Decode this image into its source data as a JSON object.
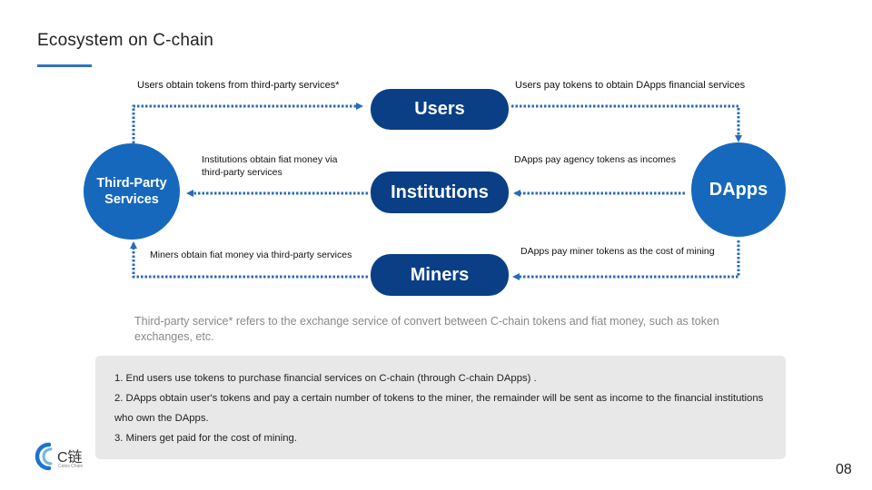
{
  "slide": {
    "title": "Ecosystem on C-chain",
    "page_number": "08"
  },
  "nodes": {
    "users": "Users",
    "institutions": "Institutions",
    "miners": "Miners",
    "third_party": "Third-Party Services",
    "dapps": "DApps"
  },
  "edges": {
    "tp_to_users": "Users obtain tokens from third-party services*",
    "users_to_dapps": "Users pay tokens to obtain DApps financial services",
    "dapps_to_institutions": "DApps pay agency tokens as incomes",
    "institutions_to_tp": "Institutions obtain fiat money via third-party services",
    "dapps_to_miners": "DApps pay miner tokens as the cost of mining",
    "miners_to_tp": "Miners obtain fiat money via third-party services"
  },
  "footnote": "Third-party service* refers to the exchange service of convert between C-chain tokens and fiat money, such as token exchanges, etc.",
  "notes": [
    "1. End users use tokens to purchase financial services on C-chain (through C-chain DApps) .",
    "2. DApps obtain user's tokens and pay a certain number of tokens to the miner, the remainder will be sent as income to the financial institutions who own the DApps.",
    "3. Miners get paid for the cost of mining."
  ],
  "logo": {
    "text": "C链",
    "subtext": "Celes Chain"
  },
  "colors": {
    "pill": "#0a3f86",
    "circle": "#1668bd",
    "dotted": "#2a6bb8",
    "accent": "#2f72c3"
  }
}
